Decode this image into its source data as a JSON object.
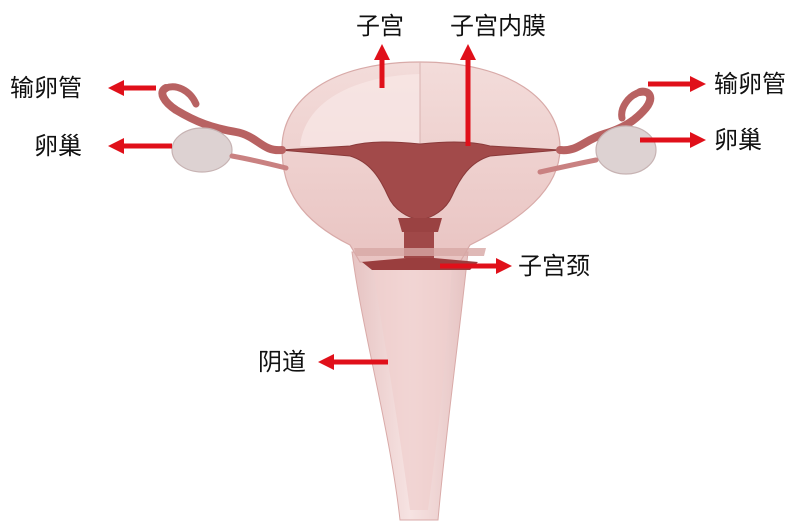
{
  "labels": {
    "uterus": "子宫",
    "endometrium": "子宫内膜",
    "fallopian_tube_left": "输卵管",
    "ovary_left": "卵巢",
    "fallopian_tube_right": "输卵管",
    "ovary_right": "卵巢",
    "cervix": "子宫颈",
    "vagina": "阴道"
  },
  "colors": {
    "arrow": "#e0101a",
    "tissue_light": "#f2d6d4",
    "tissue_mid": "#e8b9b6",
    "tissue_dark": "#9a3e3e",
    "ovary": "#ddd2d2"
  }
}
